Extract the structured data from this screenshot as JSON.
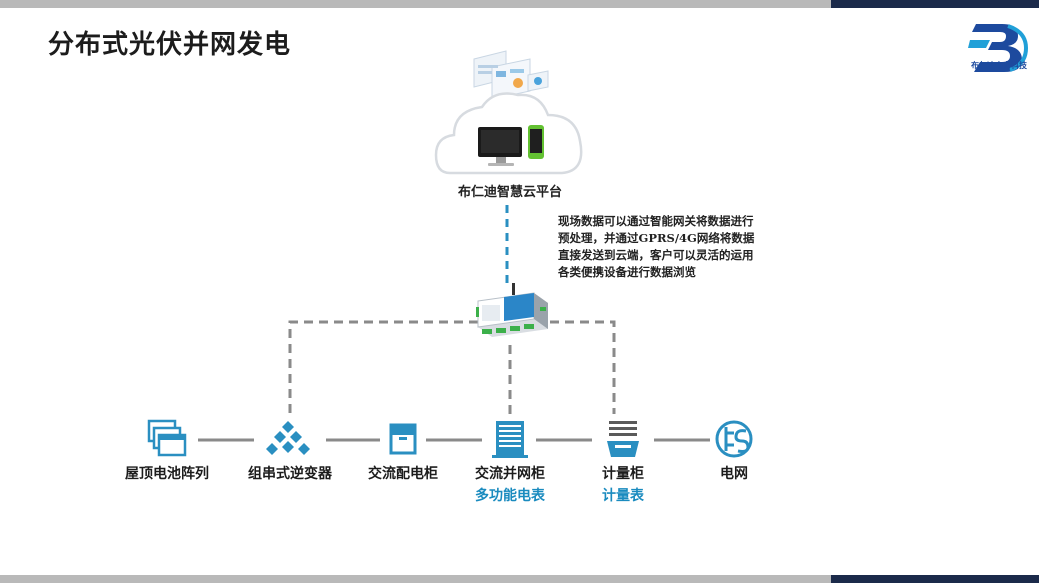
{
  "page": {
    "title": "分布式光伏并网发电"
  },
  "logo": {
    "text": "布仁迪电力科技"
  },
  "cloud": {
    "label": "布仁迪智慧云平台"
  },
  "description": "现场数据可以通过智能网关将数据进行预处理，并通过GPRS/4G网络将数据直接发送到云端，客户可以灵活的运用各类便携设备进行数据浏览",
  "chain": [
    {
      "label": "屋顶电池阵列",
      "icon": "solar-array-icon"
    },
    {
      "label": "组串式逆变器",
      "icon": "inverter-icon"
    },
    {
      "label": "交流配电柜",
      "icon": "distribution-cabinet-icon"
    },
    {
      "label": "交流并网柜",
      "sub": "多功能电表",
      "icon": "grid-cabinet-icon"
    },
    {
      "label": "计量柜",
      "sub": "计量表",
      "icon": "metering-cabinet-icon"
    },
    {
      "label": "电网",
      "icon": "power-grid-icon"
    }
  ],
  "colors": {
    "accent": "#1a8bbf",
    "icon": "#2a8fc1",
    "line": "#8a8a8a",
    "navy": "#1b2a4a"
  }
}
